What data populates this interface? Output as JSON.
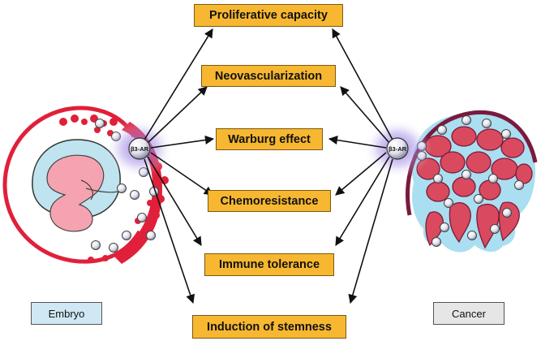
{
  "outcomes": [
    "Proliferative capacity",
    "Neovascularization",
    "Warburg effect",
    "Chemoresistance",
    "Immune tolerance",
    "Induction of stemness"
  ],
  "receptor_label": "β3-AR",
  "left_label": "Embryo",
  "right_label": "Cancer",
  "colors": {
    "box_fill": "#f7b731",
    "embryo_label_fill": "#cfe8f3",
    "cancer_label_fill": "#e6e6e6",
    "tissue_red": "#e0203a",
    "cancer_cell": "#d94a5e",
    "cancer_wall": "#7a1a3c",
    "cyan_fluid": "#a9dff0",
    "embryo_pink": "#f5a3b0",
    "embryo_blue": "#bfe3ef",
    "glow": "#8a6fd6"
  }
}
